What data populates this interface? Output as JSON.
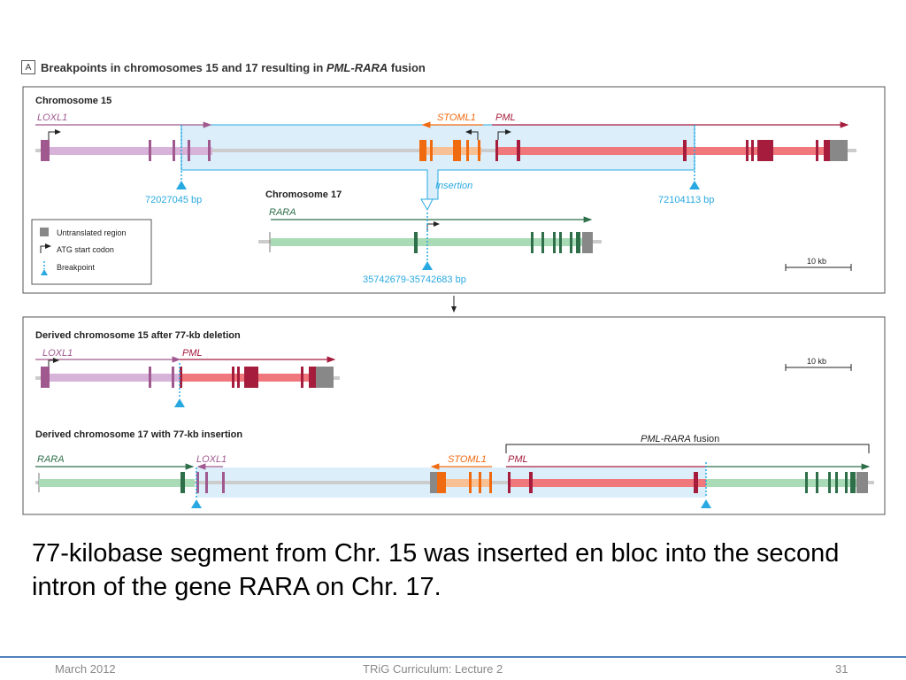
{
  "figure": {
    "panel_letter": "A",
    "title_plain": "Breakpoints in chromosomes 15 and 17 resulting in ",
    "title_italic": "PML-RARA",
    "title_end": " fusion"
  },
  "top_panel": {
    "chr15_label": "Chromosome 15",
    "chr17_label": "Chromosome 17",
    "loxl1": "LOXL1",
    "stoml1": "STOML1",
    "pml": "PML",
    "rara": "RARA",
    "insertion": "Insertion",
    "bp_left": "72027045 bp",
    "bp_right": "72104113 bp",
    "bp_chr17": "35742679-35742683 bp",
    "scale": "10 kb",
    "legend": {
      "utr": "Untranslated region",
      "atg": "ATG start codon",
      "breakpoint": "Breakpoint"
    }
  },
  "bottom_panel": {
    "der15_label": "Derived chromosome 15 after 77-kb deletion",
    "der17_label": "Derived chromosome 17 with 77-kb insertion",
    "loxl1": "LOXL1",
    "pml": "PML",
    "rara": "RARA",
    "stoml1": "STOML1",
    "fusion_italic": "PML-RARA",
    "fusion_rest": " fusion",
    "scale": "10 kb"
  },
  "caption": "77-kilobase segment from Chr. 15 was inserted en bloc into the second intron of the gene RARA on Chr. 17.",
  "footer": {
    "date": "March 2012",
    "center": "TRiG Curriculum: Lecture 2",
    "page": "31"
  },
  "colors": {
    "loxl1_light": "#d7b3d9",
    "loxl1_dark": "#a0598f",
    "pml_light": "#f0787d",
    "pml_dark": "#a51c3c",
    "stoml1_light": "#f8c095",
    "stoml1_dark": "#f06a10",
    "rara_light": "#a9dcb6",
    "rara_dark": "#2e6f4a",
    "highlight": "#dceefa",
    "breakpoint": "#29a9e1",
    "utr": "#888888",
    "accent": "#4f81bd"
  }
}
